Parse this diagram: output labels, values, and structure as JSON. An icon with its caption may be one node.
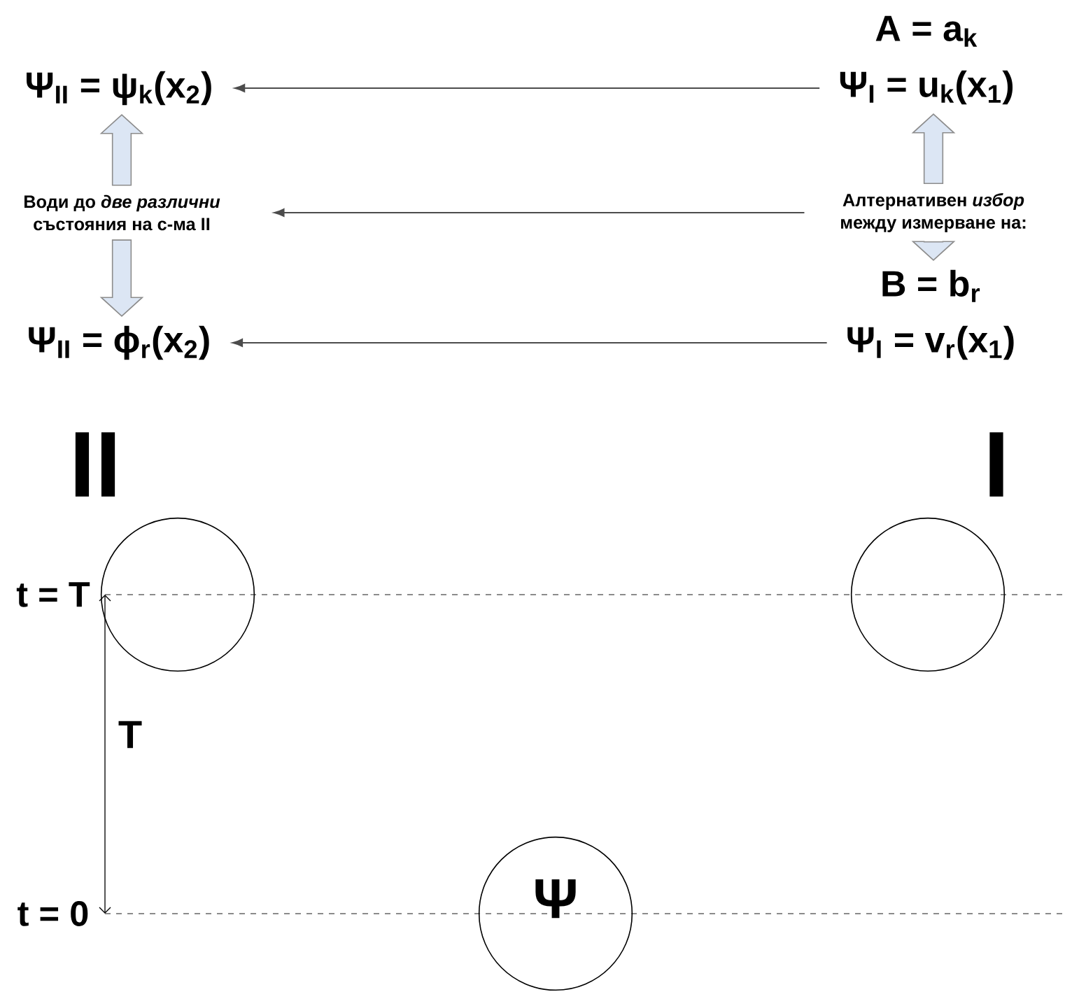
{
  "diagram": {
    "nodes": [
      {
        "text": [
          "Ψ$_{II}$ = ψ$_{k}$(x$_{2}$)"
        ]
      },
      {
        "text": [
          "A = a$_{k}$",
          "Ψ$_{I}$ = u$_{k}$(x$_{1}$)"
        ]
      },
      {
        "text": [
          "Води до *две различни* състояния на с-ма II"
        ]
      },
      {
        "text": [
          "Алтернативен *избор* между измерване на:"
        ]
      },
      {
        "text": [
          "Ψ$_{II}$ = ϕ$_{r}$(x$_{2}$)"
        ]
      },
      {
        "text": [
          "B = b$_{r}$",
          "Ψ$_{I}$ = v$_{r}$(x$_{1}$)"
        ]
      },
      {
        "text": [],
        "shape": "circle"
      },
      {
        "text": [],
        "shape": "circle"
      },
      {
        "text": [
          "Ψ"
        ]
      }
    ],
    "edges": [
      {
        "from": 1,
        "to": 0,
        "arrow": "to"
      },
      {
        "from": 3,
        "to": 2,
        "arrow": "to"
      },
      {
        "from": 5,
        "to": 4,
        "arrow": "to"
      },
      {
        "from": 2,
        "to": 0,
        "arrow": "to",
        "style": "thick"
      },
      {
        "from": 2,
        "to": 4,
        "arrow": "to",
        "style": "thick"
      },
      {
        "from": 3,
        "to": 1,
        "arrow": "to",
        "style": "thick"
      },
      {
        "from": 3,
        "to": 5,
        "arrow": "to",
        "style": "thick"
      }
    ],
    "labels": [
      "II",
      "I",
      "t = T",
      "T",
      "t = 0"
    ]
  }
}
